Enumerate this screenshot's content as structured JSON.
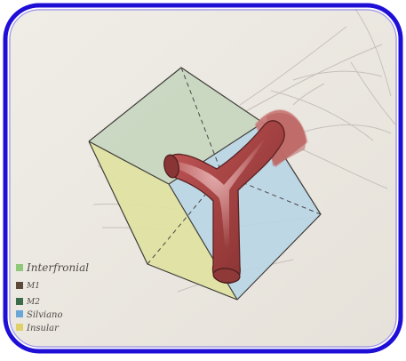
{
  "image": {
    "frame_color": "#1f0fd6",
    "paper_color": "#eeeae3",
    "legend": [
      {
        "label": "Interfronial",
        "swatch_color": "#8fc77b"
      },
      {
        "label": "M1",
        "swatch_color": "#5b4a3a"
      },
      {
        "label": "M2",
        "swatch_color": "#3c6c4b"
      },
      {
        "label": "Silviano",
        "swatch_color": "#6aa6d6"
      },
      {
        "label": "Insular",
        "swatch_color": "#e0d06a"
      }
    ]
  }
}
